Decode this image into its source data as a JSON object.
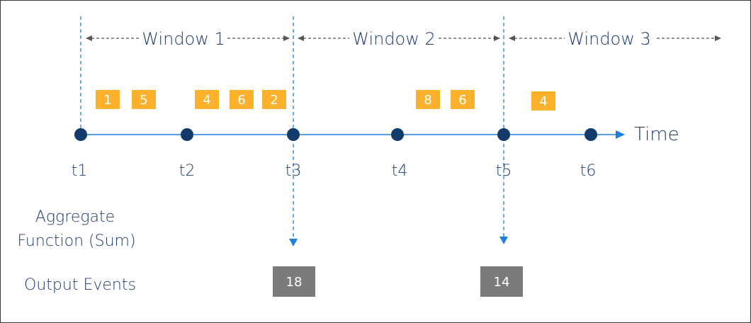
{
  "windows": [
    {
      "label": "Window 1",
      "start": "t1",
      "end": "t3"
    },
    {
      "label": "Window 2",
      "start": "t3",
      "end": "t5"
    },
    {
      "label": "Window 3",
      "start": "t5",
      "end": ""
    }
  ],
  "ticks": [
    "t1",
    "t2",
    "t3",
    "t4",
    "t5",
    "t6"
  ],
  "axis_label": "Time",
  "events": [
    {
      "value": "1",
      "window": 1
    },
    {
      "value": "5",
      "window": 1
    },
    {
      "value": "4",
      "window": 1
    },
    {
      "value": "6",
      "window": 1
    },
    {
      "value": "2",
      "window": 1
    },
    {
      "value": "8",
      "window": 2
    },
    {
      "value": "6",
      "window": 2
    },
    {
      "value": "4",
      "window": 3
    }
  ],
  "aggregate_label": [
    "Aggregate",
    "Function (Sum)"
  ],
  "output_label": "Output Events",
  "outputs": [
    {
      "value": "18",
      "at": "t3"
    },
    {
      "value": "14",
      "at": "t5"
    }
  ],
  "colors": {
    "event_box": "#fbb12b",
    "output_box": "#7b7b7b",
    "timeline": "#1e7fe0",
    "node": "#123a6b",
    "text": "#1f3b6e",
    "window_arrow": "#555555",
    "boundary": "#1e7fe0"
  }
}
